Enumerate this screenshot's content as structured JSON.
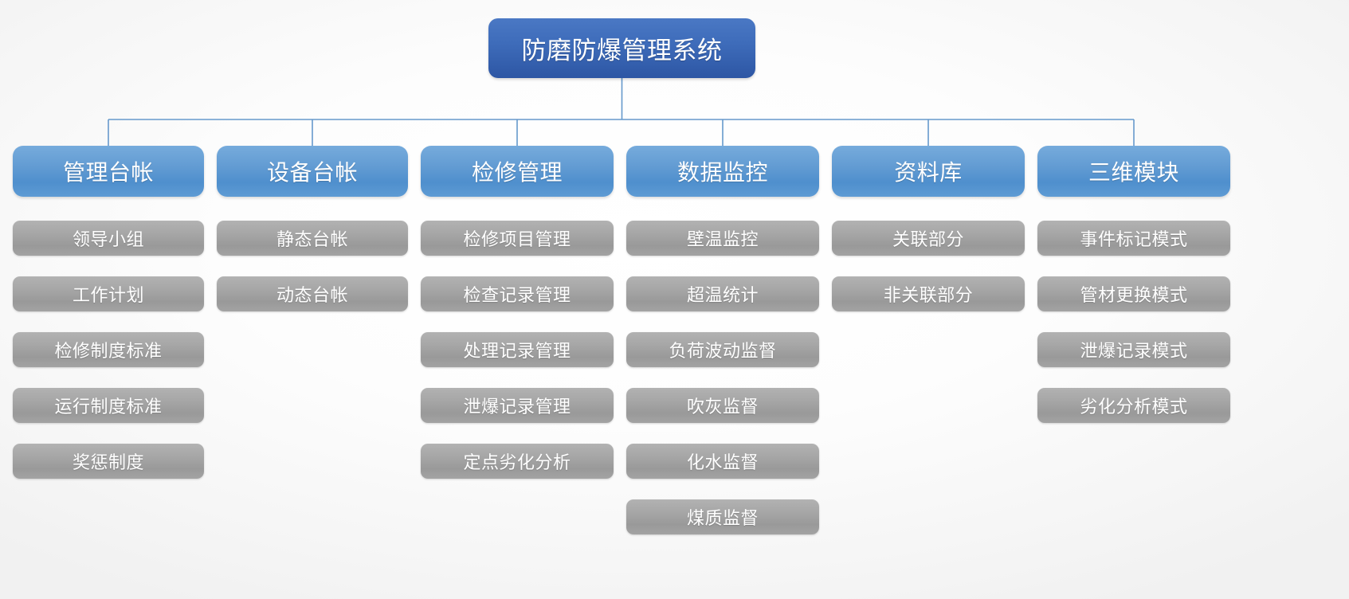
{
  "diagram": {
    "type": "organization-chart",
    "title": "防磨防爆管理系统",
    "colors": {
      "root_fill": "#3e6cba",
      "level2_fill": "#5e9bd4",
      "level3_fill": "#a6a6a6",
      "connector": "#6699cc",
      "label_text": "#ffffff",
      "background": "#fbfbfb"
    },
    "root": {
      "label": "防磨防爆管理系统"
    },
    "columns": [
      {
        "label": "管理台帐",
        "children": [
          {
            "label": "领导小组"
          },
          {
            "label": "工作计划"
          },
          {
            "label": "检修制度标准"
          },
          {
            "label": "运行制度标准"
          },
          {
            "label": "奖惩制度"
          }
        ]
      },
      {
        "label": "设备台帐",
        "children": [
          {
            "label": "静态台帐"
          },
          {
            "label": "动态台帐"
          }
        ]
      },
      {
        "label": "检修管理",
        "children": [
          {
            "label": "检修项目管理"
          },
          {
            "label": "检查记录管理"
          },
          {
            "label": "处理记录管理"
          },
          {
            "label": "泄爆记录管理"
          },
          {
            "label": "定点劣化分析"
          }
        ]
      },
      {
        "label": "数据监控",
        "children": [
          {
            "label": "壁温监控"
          },
          {
            "label": "超温统计"
          },
          {
            "label": "负荷波动监督"
          },
          {
            "label": "吹灰监督"
          },
          {
            "label": "化水监督"
          },
          {
            "label": "煤质监督"
          }
        ]
      },
      {
        "label": "资料库",
        "children": [
          {
            "label": "关联部分"
          },
          {
            "label": "非关联部分"
          }
        ]
      },
      {
        "label": "三维模块",
        "children": [
          {
            "label": "事件标记模式"
          },
          {
            "label": "管材更换模式"
          },
          {
            "label": "泄爆记录模式"
          },
          {
            "label": "劣化分析模式"
          }
        ]
      }
    ]
  }
}
